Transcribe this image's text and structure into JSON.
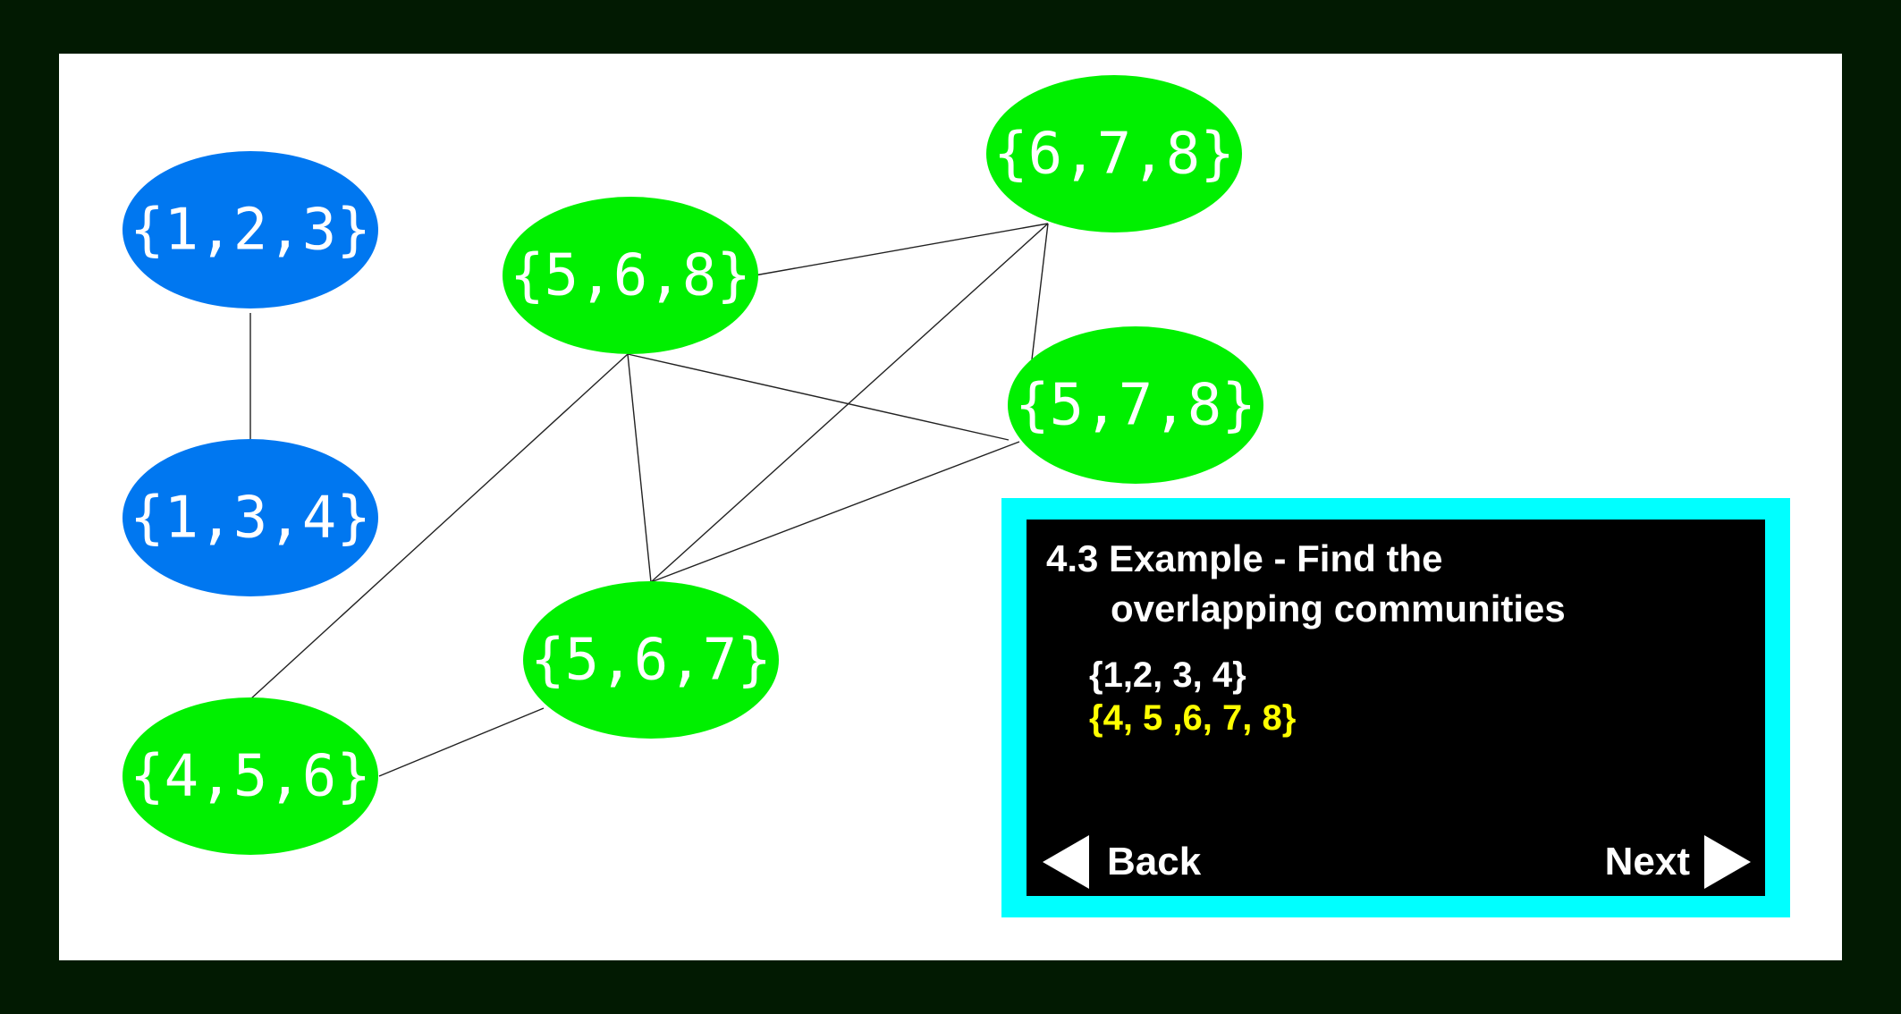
{
  "colors": {
    "frame": "#021a02",
    "canvas": "#ffffff",
    "blue_node": "#0077f0",
    "green_node": "#00f000",
    "panel_border": "#00ffff",
    "panel_bg": "#000000",
    "highlight": "#ffff00"
  },
  "graph": {
    "nodes": [
      {
        "id": "n123",
        "label": "{1,2,3}",
        "color": "blue"
      },
      {
        "id": "n134",
        "label": "{1,3,4}",
        "color": "blue"
      },
      {
        "id": "n568",
        "label": "{5,6,8}",
        "color": "green"
      },
      {
        "id": "n678",
        "label": "{6,7,8}",
        "color": "green"
      },
      {
        "id": "n578",
        "label": "{5,7,8}",
        "color": "green"
      },
      {
        "id": "n567",
        "label": "{5,6,7}",
        "color": "green"
      },
      {
        "id": "n456",
        "label": "{4,5,6}",
        "color": "green"
      }
    ],
    "edges": [
      [
        "n123",
        "n134"
      ],
      [
        "n568",
        "n678"
      ],
      [
        "n568",
        "n578"
      ],
      [
        "n568",
        "n567"
      ],
      [
        "n568",
        "n456"
      ],
      [
        "n678",
        "n578"
      ],
      [
        "n678",
        "n567"
      ],
      [
        "n578",
        "n567"
      ],
      [
        "n567",
        "n456"
      ]
    ]
  },
  "panel": {
    "title": "4.3 Example - Find the overlapping communities",
    "set_a": "{1,2, 3, 4}",
    "set_b": "{4, 5 ,6, 7, 8}",
    "back_label": "Back",
    "next_label": "Next",
    "back_icon": "triangle-left-icon",
    "next_icon": "triangle-right-icon"
  }
}
